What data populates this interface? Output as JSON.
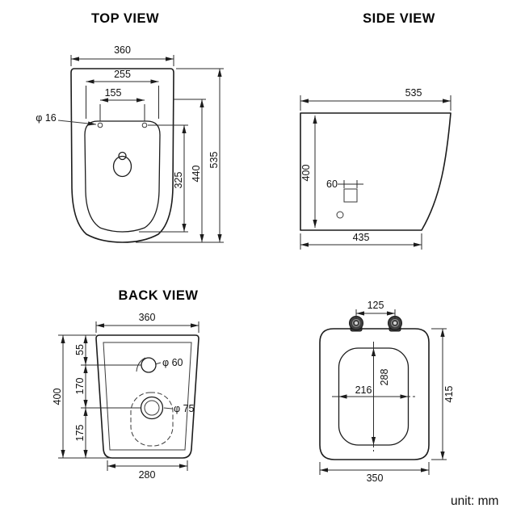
{
  "page": {
    "unit_label": "unit: mm"
  },
  "views": {
    "top": {
      "title": "TOP VIEW",
      "dims": {
        "overall_width": "360",
        "inner_width": "255",
        "hinge_hole_spacing": "155",
        "hinge_hole_diameter": "φ 16",
        "bowl_length": "325",
        "mid_length": "440",
        "overall_length": "535"
      }
    },
    "side": {
      "title": "SIDE VIEW",
      "dims": {
        "overall_depth": "535",
        "overall_height": "400",
        "fixing_offset": "60",
        "base_depth": "435"
      }
    },
    "back": {
      "title": "BACK VIEW",
      "dims": {
        "top_width": "360",
        "inlet_from_top": "55",
        "inlet_to_outlet": "170",
        "outlet_to_base": "175",
        "overall_height": "400",
        "inlet_diameter": "φ 60",
        "outlet_diameter": "φ 75",
        "base_width": "280"
      }
    },
    "seat": {
      "dims": {
        "hinge_spacing": "125",
        "opening_length": "288",
        "opening_width": "216",
        "overall_length": "415",
        "overall_width": "350"
      }
    }
  }
}
